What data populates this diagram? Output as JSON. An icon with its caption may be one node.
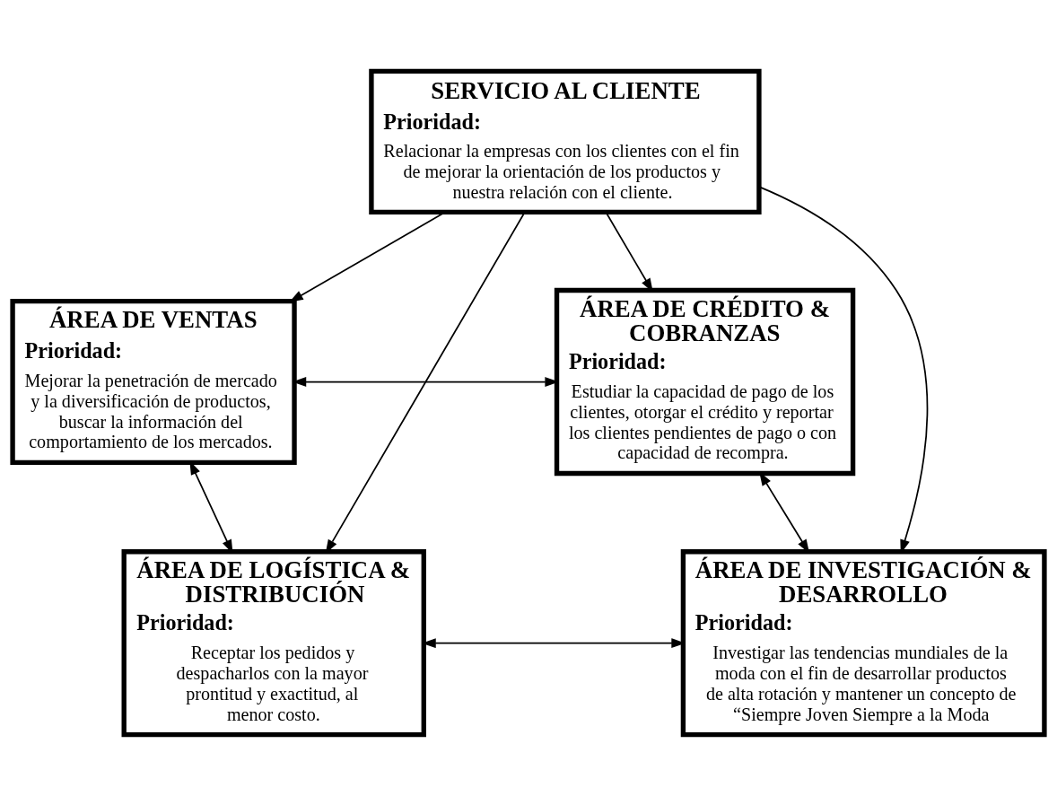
{
  "diagram": {
    "nodes": [
      {
        "text": [
          "ÁREA DE VENTAS",
          "Prioridad:",
          "Mejorar la penetración de mercado y la diversificación de productos, buscar la información del comportamiento de los mercados."
        ]
      },
      {
        "text": [
          "ÁREA DE CRÉDITO & COBRANZAS",
          "Prioridad:",
          "Estudiar la capacidad de pago de los clientes, otorgar el crédito y reportar los clientes pendientes de pago o con capacidad de recompra."
        ]
      },
      {
        "text": [
          "SERVICIO AL CLIENTE",
          "Prioridad:",
          "Relacionar la empresas con los clientes con el fin de mejorar la orientación de los productos y nuestra relación con el cliente."
        ]
      },
      {
        "text": [
          "ÁREA DE LOGÍSTICA & DISTRIBUCIÓN",
          "Prioridad:",
          "Receptar los pedidos y despacharlos con la mayor prontitud y exactitud, al menor costo."
        ]
      },
      {
        "text": [
          "ÁREA DE INVESTIGACIÓN & DESARROLLO",
          "Prioridad:",
          "Investigar las tendencias mundiales de la moda con el fin de desarrollar productos de alta rotación y mantener un concepto de “Siempre Joven Siempre a la Moda"
        ]
      }
    ],
    "edges": [
      {
        "from": 0,
        "to": 1,
        "arrow": "both"
      },
      {
        "from": 2,
        "to": 0,
        "arrow": "to"
      },
      {
        "from": 2,
        "to": 1,
        "arrow": "to"
      },
      {
        "from": 0,
        "to": 3,
        "arrow": "both"
      },
      {
        "from": 1,
        "to": 4,
        "arrow": "both"
      },
      {
        "from": 2,
        "to": 3,
        "arrow": "to"
      },
      {
        "from": 2,
        "to": 4,
        "arrow": "to"
      },
      {
        "from": 3,
        "to": 4,
        "arrow": "both"
      }
    ]
  }
}
